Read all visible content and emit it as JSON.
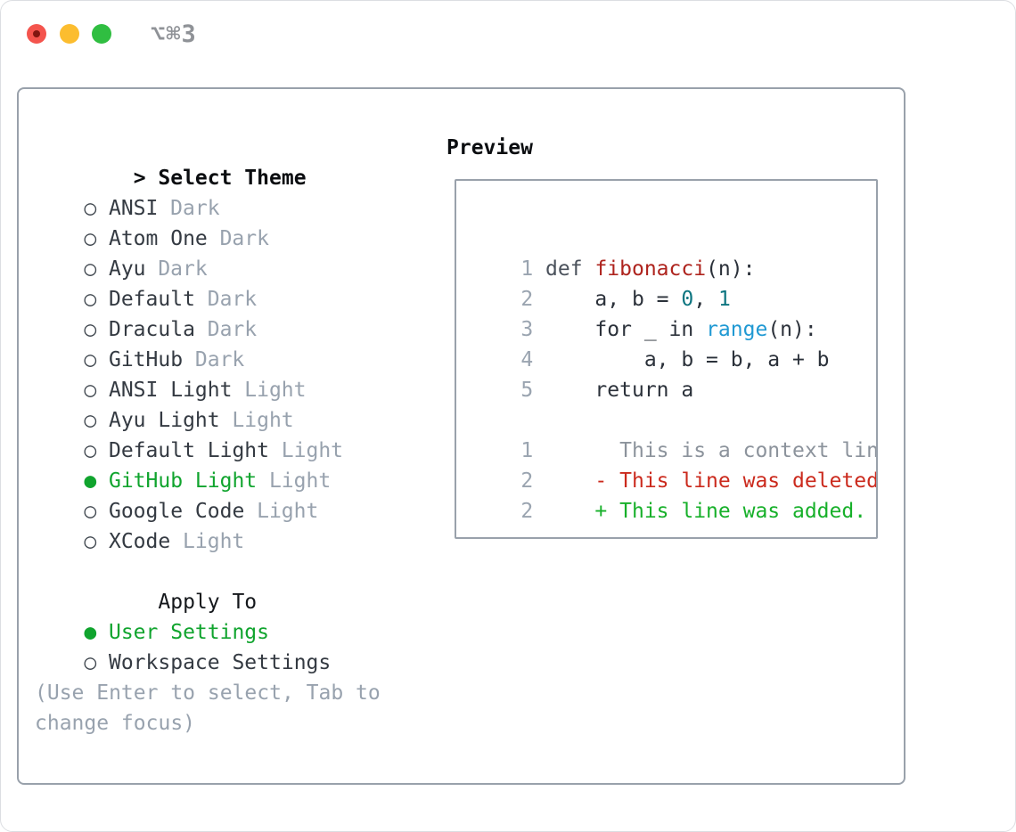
{
  "window": {
    "title": "⌥⌘3",
    "traffic_lights": [
      "close",
      "minimize",
      "zoom"
    ]
  },
  "glyphs": {
    "prompt": ">",
    "radio_selected": "●",
    "radio_unselected": "○"
  },
  "colors": {
    "panel_border": "#99a1ab",
    "accent_green": "#10a42e",
    "muted_gray": "#98a2ae",
    "traffic_red": "#f4544d",
    "traffic_yellow": "#fcbd2f",
    "traffic_green": "#30be41",
    "syntax_function_red": "#ae231d",
    "syntax_number_teal": "#0d7580",
    "syntax_builtin_blue": "#2099d3",
    "diff_deleted_red": "#cb2a1d",
    "diff_added_green": "#17b02a"
  },
  "theme_picker": {
    "title": "Select Theme",
    "items": [
      {
        "label": "ANSI",
        "variant": "Dark",
        "selected": false
      },
      {
        "label": "Atom One",
        "variant": "Dark",
        "selected": false
      },
      {
        "label": "Ayu",
        "variant": "Dark",
        "selected": false
      },
      {
        "label": "Default",
        "variant": "Dark",
        "selected": false
      },
      {
        "label": "Dracula",
        "variant": "Dark",
        "selected": false
      },
      {
        "label": "GitHub",
        "variant": "Dark",
        "selected": false
      },
      {
        "label": "ANSI Light",
        "variant": "Light",
        "selected": false
      },
      {
        "label": "Ayu Light",
        "variant": "Light",
        "selected": false
      },
      {
        "label": "Default Light",
        "variant": "Light",
        "selected": false
      },
      {
        "label": "GitHub Light",
        "variant": "Light",
        "selected": true
      },
      {
        "label": "Google Code",
        "variant": "Light",
        "selected": false
      },
      {
        "label": "XCode",
        "variant": "Light",
        "selected": false
      }
    ]
  },
  "apply_to": {
    "title": "Apply To",
    "options": [
      {
        "label": "User Settings",
        "selected": true
      },
      {
        "label": "Workspace Settings",
        "selected": false
      }
    ]
  },
  "footer_hint": "(Use Enter to select, Tab to change focus)",
  "preview": {
    "title": "Preview",
    "code_lines": [
      {
        "num": "1",
        "tokens": [
          {
            "t": "def ",
            "c": "kw"
          },
          {
            "t": "fibonacci",
            "c": "fn"
          },
          {
            "t": "(n):",
            "c": "plain"
          }
        ]
      },
      {
        "num": "2",
        "tokens": [
          {
            "t": "    a, b = ",
            "c": "plain"
          },
          {
            "t": "0",
            "c": "numlit"
          },
          {
            "t": ", ",
            "c": "plain"
          },
          {
            "t": "1",
            "c": "numlit"
          }
        ]
      },
      {
        "num": "3",
        "tokens": [
          {
            "t": "    for _ in ",
            "c": "plain"
          },
          {
            "t": "range",
            "c": "builtin"
          },
          {
            "t": "(n):",
            "c": "plain"
          }
        ]
      },
      {
        "num": "4",
        "tokens": [
          {
            "t": "        a, b = b, a + b",
            "c": "plain"
          }
        ]
      },
      {
        "num": "5",
        "tokens": [
          {
            "t": "    return a",
            "c": "plain"
          }
        ]
      }
    ],
    "diff_lines": [
      {
        "num": "1",
        "marker": " ",
        "text": "This is a context line.",
        "kind": "context"
      },
      {
        "num": "2",
        "marker": "-",
        "text": "This line was deleted.",
        "kind": "deleted"
      },
      {
        "num": "2",
        "marker": "+",
        "text": "This line was added.",
        "kind": "added"
      }
    ]
  }
}
